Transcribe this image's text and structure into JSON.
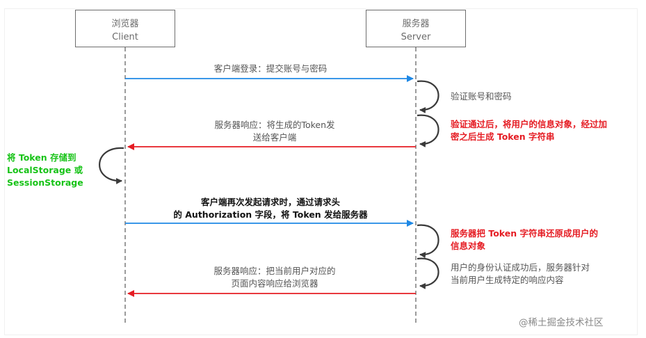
{
  "participants": {
    "client": {
      "name_cn": "浏览器",
      "name_en": "Client"
    },
    "server": {
      "name_cn": "服务器",
      "name_en": "Server"
    }
  },
  "messages": {
    "login": "客户端登录：提交账号与密码",
    "response1_line1": "服务器响应：将生成的Token发",
    "response1_line2": "送给客户端",
    "request2_line1": "客户端再次发起请求时，通过请求头",
    "request2_line2": "的 Authorization 字段，将 Token 发给服务器",
    "response2_line1": "服务器响应：把当前用户对应的",
    "response2_line2": "页面内容响应给浏览器"
  },
  "notes": {
    "verify": "验证账号和密码",
    "token_gen_line1": "验证通过后，将用户的信息对象，经过加",
    "token_gen_line2": "密之后生成 Token 字符串",
    "store_line1": "将 Token 存储到",
    "store_line2": "LocalStorage 或",
    "store_line3": "SessionStorage",
    "restore_line1": "服务器把 Token 字符串还原成用户的",
    "restore_line2": "信息对象",
    "auth_line1": "用户的身份认证成功后，服务器针对",
    "auth_line2": "当前用户生成特定的响应内容"
  },
  "watermark": "@稀土掘金技术社区",
  "colors": {
    "blue_arrow": "#1e88e5",
    "red_arrow": "#e51c23",
    "self_loop": "#3a3a3a",
    "lifeline": "#7a7a7a",
    "red_text": "#e51c23",
    "green_text": "#17c317"
  }
}
